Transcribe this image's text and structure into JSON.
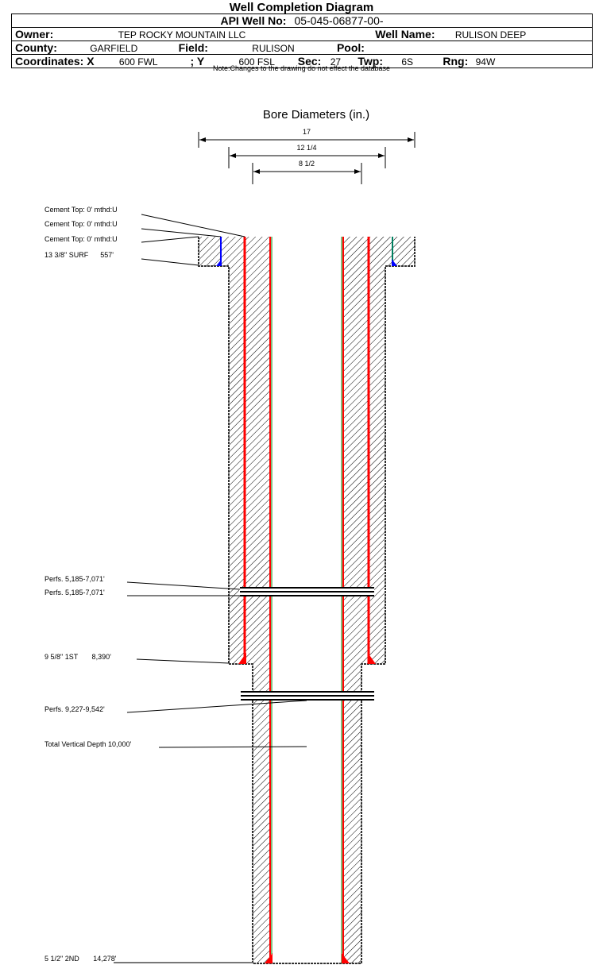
{
  "title": "Well Completion Diagram",
  "header": {
    "api_label": "API Well No:",
    "api_value": "05-045-06877-00-",
    "owner_label": "Owner:",
    "owner_value": "TEP ROCKY MOUNTAIN LLC",
    "well_name_label": "Well Name:",
    "well_name_value": "RULISON DEEP",
    "county_label": "County:",
    "county_value": "GARFIELD",
    "field_label": "Field:",
    "field_value": "RULISON",
    "pool_label": "Pool:",
    "pool_value": "",
    "coord_x_label": "Coordinates: X",
    "coord_x_value": "600 FWL",
    "coord_y_label": "; Y",
    "coord_y_value": "600 FSL",
    "sec_label": "Sec:",
    "sec_value": "27",
    "twp_label": "Twp:",
    "twp_value": "6S",
    "rng_label": "Rng:",
    "rng_value": "94W"
  },
  "note": "Note:Changes to the drawing do not effect the database",
  "bore": {
    "title": "Bore Diameters (in.)",
    "diameters": [
      "17",
      "12 1/4",
      "8 1/2"
    ]
  },
  "labels": {
    "cement1": "Cement Top: 0' mthd:U",
    "cement2": "Cement Top: 0' mthd:U",
    "cement3": "Cement Top: 0' mthd:U",
    "surf": "13 3/8\" SURF      557'",
    "perfs1": "Perfs. 5,185-7,071'",
    "perfs2": "Perfs. 5,185-7,071'",
    "first": "9 5/8\" 1ST       8,390'",
    "perfs3": "Perfs. 9,227-9,542'",
    "tvd": "Total Vertical Depth 10,000'",
    "second": "5 1/2\" 2ND       14,278'"
  },
  "colors": {
    "casing": "#ff0000",
    "cement_edge": "#008000",
    "surface_casing": "#0000ff"
  }
}
